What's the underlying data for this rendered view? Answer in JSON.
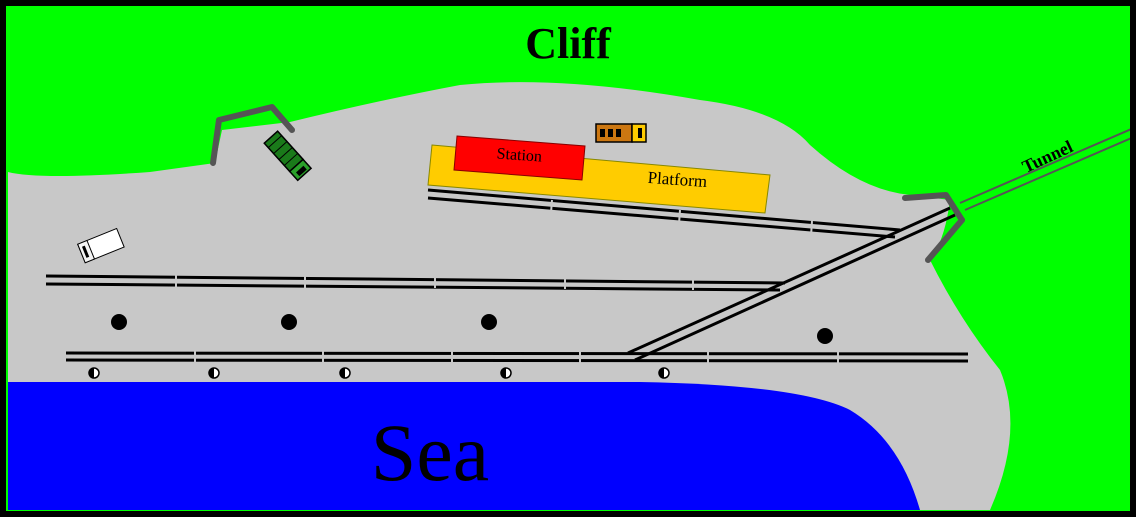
{
  "labels": {
    "cliff": "Cliff",
    "sea": "Sea",
    "tunnel": "Tunnel",
    "station": "Station",
    "platform": "Platform"
  },
  "colors": {
    "cliff": "#00ff00",
    "ground": "#c8c8c8",
    "sea": "#0000ff",
    "station": "#ff0000",
    "platform": "#ffcc00",
    "track": "#000000",
    "wall": "#555555",
    "border": "#000000"
  },
  "vehicles": [
    {
      "name": "green-lorry-icon",
      "color": "#228822"
    },
    {
      "name": "orange-tractor-icon",
      "color": "#cc7711"
    },
    {
      "name": "white-van-icon",
      "color": "#ffffff"
    }
  ]
}
